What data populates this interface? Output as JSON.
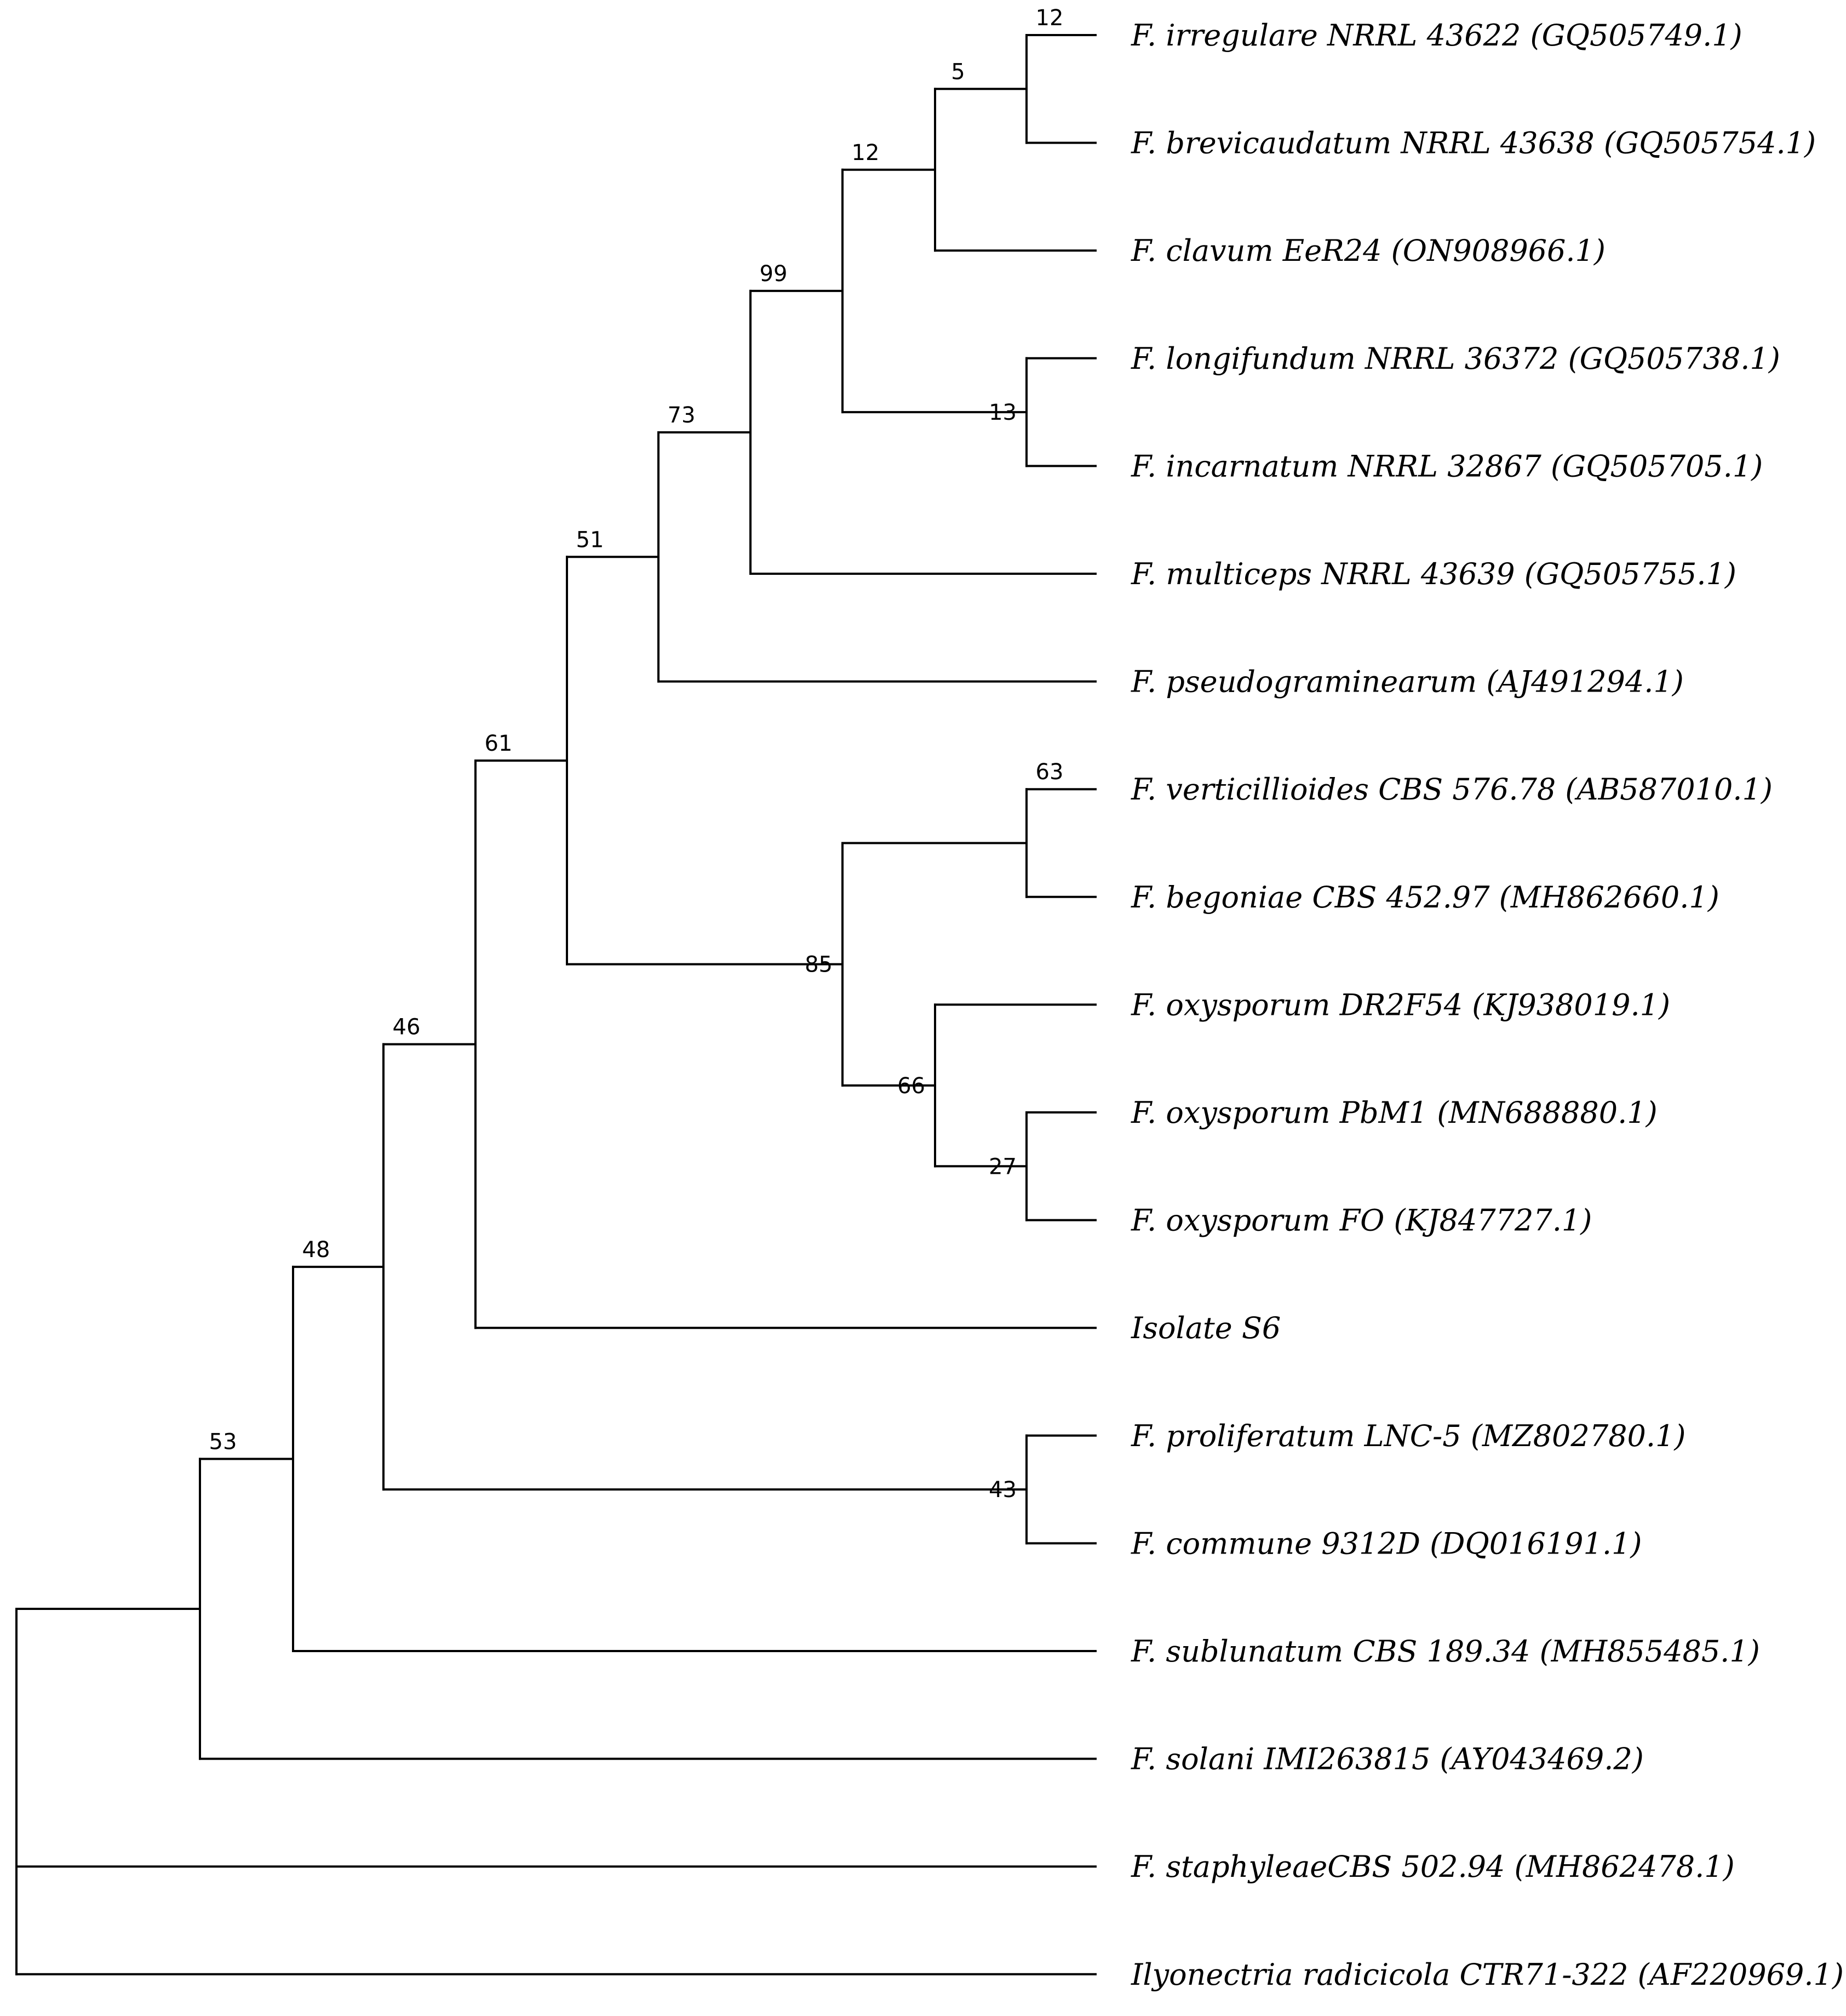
{
  "tree": {
    "leaves": [
      {
        "id": "irregulare",
        "label": "F. irregulare NRRL 43622 (GQ505749.1)"
      },
      {
        "id": "brevicaudatum",
        "label": "F. brevicaudatum NRRL 43638 (GQ505754.1)"
      },
      {
        "id": "clavum",
        "label": "F. clavum EeR24 (ON908966.1)"
      },
      {
        "id": "longifundum",
        "label": "F. longifundum NRRL 36372 (GQ505738.1)"
      },
      {
        "id": "incarnatum",
        "label": "F. incarnatum NRRL 32867 (GQ505705.1)"
      },
      {
        "id": "multiceps",
        "label": "F. multiceps NRRL 43639 (GQ505755.1)"
      },
      {
        "id": "pseudograminearum",
        "label": "F. pseudograminearum (AJ491294.1)"
      },
      {
        "id": "verticillioides",
        "label": "F. verticillioides CBS 576.78 (AB587010.1)"
      },
      {
        "id": "begoniae",
        "label": "F. begoniae CBS 452.97 (MH862660.1)"
      },
      {
        "id": "oxysporum-dr2f54",
        "label": "F. oxysporum DR2F54 (KJ938019.1)"
      },
      {
        "id": "oxysporum-pbm1",
        "label": "F. oxysporum PbM1 (MN688880.1)"
      },
      {
        "id": "oxysporum-fo",
        "label": "F. oxysporum FO (KJ847727.1)"
      },
      {
        "id": "isolate-s6",
        "label": "Isolate S6"
      },
      {
        "id": "proliferatum",
        "label": "F. proliferatum LNC-5 (MZ802780.1)"
      },
      {
        "id": "commune",
        "label": "F. commune 9312D (DQ016191.1)"
      },
      {
        "id": "sublunatum",
        "label": "F. sublunatum CBS 189.34 (MH855485.1)"
      },
      {
        "id": "solani",
        "label": "F. solani IMI263815 (AY043469.2)"
      },
      {
        "id": "staphyleae",
        "label": "F. staphyleaeCBS 502.94 (MH862478.1)"
      },
      {
        "id": "ilyonectria",
        "label": "Ilyonectria radicicola CTR71-322 (AF220969.1)"
      }
    ],
    "nodes": [
      {
        "id": "n1",
        "support": "12",
        "children": [
          "irregulare",
          "brevicaudatum"
        ]
      },
      {
        "id": "n2",
        "support": "5",
        "children": [
          "n1",
          "clavum"
        ]
      },
      {
        "id": "n3",
        "support": "13",
        "children": [
          "longifundum",
          "incarnatum"
        ]
      },
      {
        "id": "n4",
        "support": "12",
        "children": [
          "n2",
          "n3"
        ]
      },
      {
        "id": "n5",
        "support": "99",
        "children": [
          "n4",
          "multiceps"
        ]
      },
      {
        "id": "n6",
        "support": "73",
        "children": [
          "n5",
          "pseudograminearum"
        ]
      },
      {
        "id": "n7",
        "support": "63",
        "children": [
          "verticillioides",
          "begoniae"
        ]
      },
      {
        "id": "n8",
        "support": "27",
        "children": [
          "oxysporum-pbm1",
          "oxysporum-fo"
        ]
      },
      {
        "id": "n9",
        "support": "66",
        "children": [
          "oxysporum-dr2f54",
          "n8"
        ]
      },
      {
        "id": "n10",
        "support": "85",
        "children": [
          "n7",
          "n9"
        ]
      },
      {
        "id": "n11",
        "support": "51",
        "children": [
          "n6",
          "n10"
        ]
      },
      {
        "id": "n12",
        "support": "61",
        "children": [
          "n11",
          "isolate-s6"
        ]
      },
      {
        "id": "n13",
        "support": "43",
        "children": [
          "proliferatum",
          "commune"
        ]
      },
      {
        "id": "n14",
        "support": "46",
        "children": [
          "n12",
          "n13"
        ]
      },
      {
        "id": "n15",
        "support": "48",
        "children": [
          "n14",
          "sublunatum"
        ]
      },
      {
        "id": "n16",
        "support": "53",
        "children": [
          "n15",
          "solani"
        ]
      },
      {
        "id": "root",
        "support": "",
        "children": [
          "n16",
          "staphyleae",
          "ilyonectria"
        ]
      }
    ],
    "root": "root"
  }
}
